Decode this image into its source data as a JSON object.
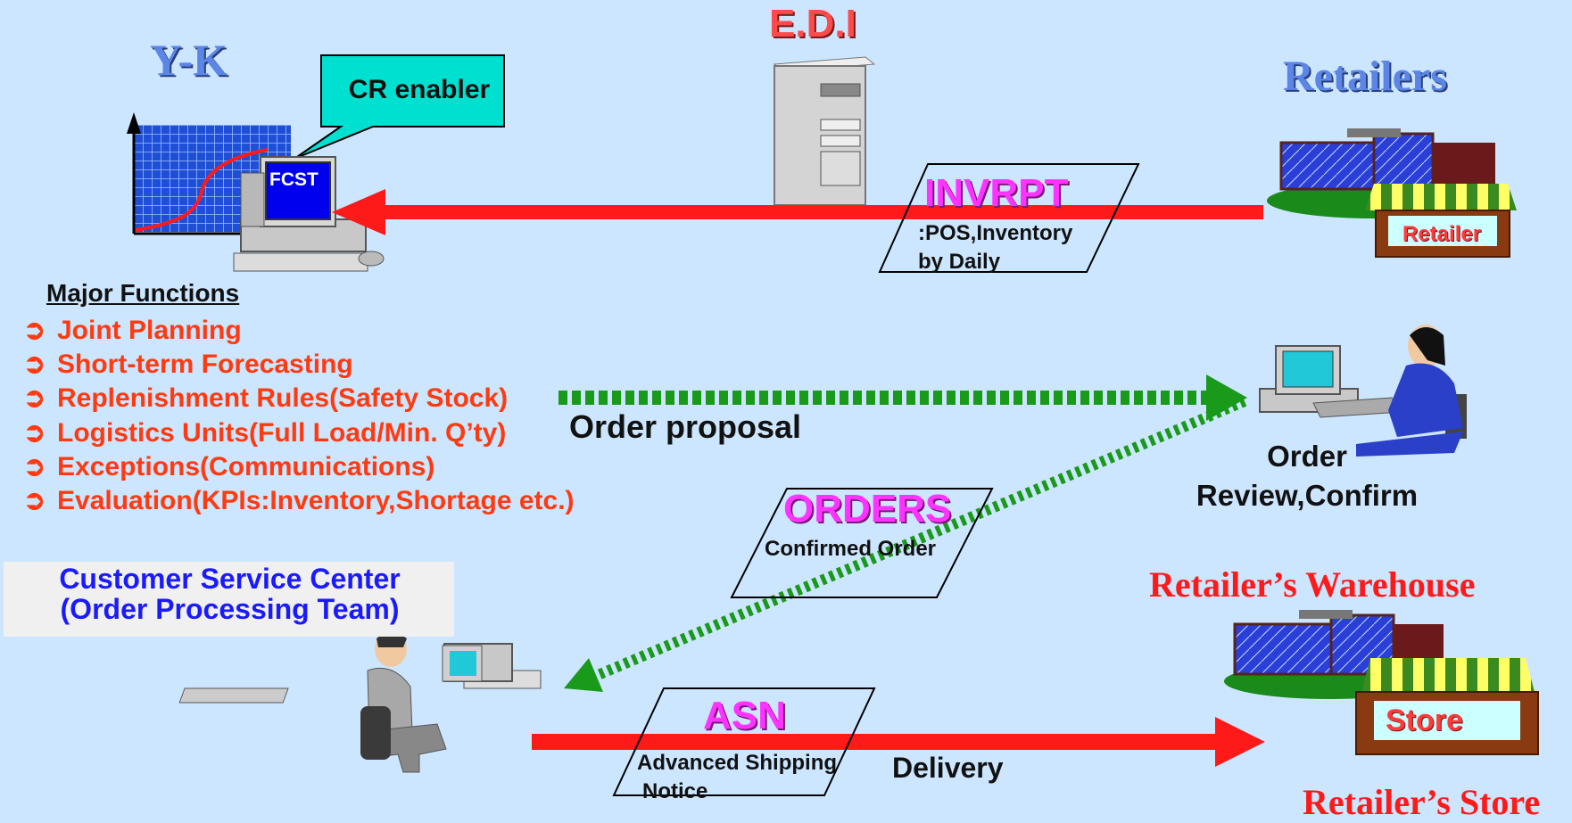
{
  "titles": {
    "yk": "Y-K",
    "edi": "E.D.I",
    "retailers": "Retailers"
  },
  "callout": {
    "text": "CR enabler"
  },
  "monitor_label": "FCST",
  "major_functions": {
    "heading": "Major Functions",
    "bullet": "➲",
    "items": [
      "Joint Planning",
      "Short-term Forecasting",
      "Replenishment Rules(Safety Stock)",
      "Logistics Units(Full Load/Min. Q’ty)",
      "Exceptions(Communications)",
      "Evaluation(KPIs:Inventory,Shortage etc.)"
    ]
  },
  "messages": {
    "invrpt": {
      "title": "INVRPT",
      "line1": ":POS,Inventory",
      "line2": "by Daily"
    },
    "orders": {
      "title": "ORDERS",
      "line1": "Confirmed Order"
    },
    "asn": {
      "title": "ASN",
      "line1": "Advanced Shipping",
      "line2": "Notice"
    }
  },
  "flows": {
    "order_proposal": "Order proposal",
    "order_review_line1": "Order",
    "order_review_line2": "Review,Confirm",
    "delivery": "Delivery"
  },
  "customer_service": {
    "line1": "Customer Service Center",
    "line2": "(Order Processing Team)"
  },
  "locations": {
    "warehouse": "Retailer’s Warehouse",
    "store": "Retailer’s Store"
  },
  "signs": {
    "retailer": "Retailer",
    "store": "Store"
  },
  "colors": {
    "background": "#cde6ff",
    "arrow_red": "#ff1a1a",
    "dotted_green": "#1a9a1a",
    "doc_title": "#ff33ff",
    "function_text": "#ff3a10",
    "csc_text": "#1a1aff"
  }
}
